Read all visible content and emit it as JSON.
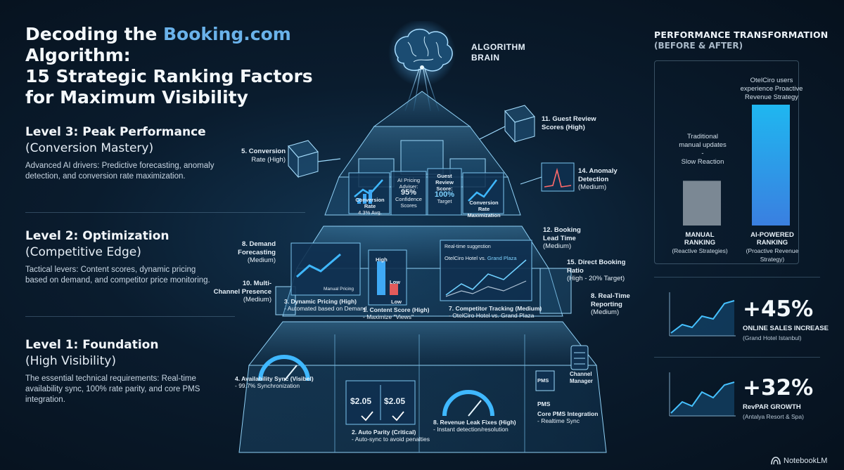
{
  "title": {
    "line1_pre": "Decoding the ",
    "line1_accent": "Booking.com",
    "line1_post": " Algorithm:",
    "line2": "15 Strategic Ranking Factors",
    "line3": "for Maximum Visibility"
  },
  "levels": [
    {
      "heading": "Level 3: Peak Performance",
      "subheading": "(Conversion Mastery)",
      "description": "Advanced AI drivers: Predictive forecasting, anomaly detection, and conversion rate maximization."
    },
    {
      "heading": "Level 2: Optimization",
      "subheading": "(Competitive Edge)",
      "description": "Tactical levers: Content scores, dynamic pricing based on demand, and competitor price monitoring."
    },
    {
      "heading": "Level 1: Foundation",
      "subheading": "(High Visibility)",
      "description": "The essential technical requirements: Real-time availability sync, 100% rate parity, and core PMS integration."
    }
  ],
  "diagram": {
    "brain_label_1": "ALGORITHM",
    "brain_label_2": "BRAIN",
    "factors": {
      "f11": {
        "title": "11. Guest Review",
        "sub": "Scores (High)"
      },
      "f5": {
        "title": "5. Conversion",
        "sub": "Rate (High)"
      },
      "f14": {
        "title": "14. Anomaly",
        "title2": "Detection",
        "sub": "(Medium)"
      },
      "f12": {
        "title": "12. Booking",
        "title2": "Lead Time",
        "sub": "(Medium)"
      },
      "f8a": {
        "title": "8. Demand",
        "title2": "Forecasting",
        "sub": "(Medium)"
      },
      "f15": {
        "title": "15. Direct Booking",
        "title2": "Ratio",
        "sub": "(High - 20% Target)"
      },
      "f10": {
        "title": "10. Multi-",
        "title2": "Channel Presence",
        "sub": "(Medium)"
      },
      "f8b": {
        "title": "8. Real-Time",
        "title2": "Reporting",
        "sub": "(Medium)"
      }
    },
    "screens": {
      "conv_rate": "Conversion Rate",
      "conv_rate_val": "4.3% Avg.",
      "ai_pricing": "AI Pricing",
      "ai_pricing_2": "Adviser:",
      "ai_pricing_val": "95%",
      "ai_pricing_sub": "Confidence",
      "ai_pricing_sub2": "Scores",
      "guest_review": "Guest",
      "guest_review_2": "Review",
      "guest_review_3": "Score:",
      "guest_review_val": "100%",
      "guest_review_sub": "Target",
      "conv_max": "Conversion Rate",
      "conv_max_2": "Maximization",
      "dyn_pricing": "3. Dynamic Pricing (High)",
      "dyn_pricing_sub": "- Automated based on Demand",
      "manual_pricing": "Manual Pricing",
      "content_score": "1. Content Score (High)",
      "content_score_sub": "- Maximize \"Views\"",
      "bar_high": "High",
      "bar_low": "Low",
      "bar_low2": "Low",
      "competitor": "7. Competitor Tracking (Medium)",
      "competitor_sub": "- OtelCiro Hotel vs. Grand Plaza",
      "rt_suggest": "Real-time suggestion",
      "otelciro": "OtelCiro Hotel",
      "vs": "vs.",
      "grand_plaza": "Grand Plaza",
      "avail_sync": "4. Availability Sync (Visibel)",
      "avail_sync_sub": "- 99.7% Synchronization",
      "auto_parity": "2. Auto Parity (Critical)",
      "auto_parity_sub": "- Auto-sync to avoid penalties",
      "price_a": "$2.05",
      "price_b": "$2.05",
      "rev_leak": "8. Revenue Leak Fixes (High)",
      "rev_leak_sub": "- Instant detection/resolution",
      "pms_tile": "PMS",
      "pms_label": "PMS",
      "channel_mgr": "Channel",
      "channel_mgr_2": "Manager",
      "core_pms": "Core PMS Integration",
      "core_pms_sub": "- Realtime Sync"
    }
  },
  "right_panel": {
    "title": "PERFORMANCE TRANSFORMATION",
    "subtitle": "(BEFORE & AFTER)",
    "chart_data": {
      "type": "bar",
      "categories": [
        "MANUAL RANKING",
        "AI-POWERED RANKING"
      ],
      "values": [
        0.37,
        1.0
      ],
      "category_subtitles": [
        "(Reactive Strategies)",
        "(Proactive Revenue Strategy)"
      ]
    },
    "manual_note_1": "Traditional",
    "manual_note_2": "manual updates",
    "manual_note_3": "-",
    "manual_note_4": "Slow Reaction",
    "ai_note_1": "OtelCiro users",
    "ai_note_2": "experience Proactive",
    "ai_note_3": "Revenue Strategy",
    "manual_cat_1": "MANUAL",
    "manual_cat_2": "RANKING",
    "manual_cat_sub": "(Reactive Strategies)",
    "ai_cat_1": "AI-POWERED",
    "ai_cat_2": "RANKING",
    "ai_cat_sub_1": "(Proactive Revenue",
    "ai_cat_sub_2": "Strategy)",
    "stats": [
      {
        "value": "+45%",
        "label": "ONLINE SALES INCREASE",
        "sub": "(Grand Hotel Istanbul)"
      },
      {
        "value": "+32%",
        "label": "RevPAR GROWTH",
        "sub": "(Antalya Resort & Spa)"
      }
    ],
    "colors": {
      "accent": "#3fa9f5",
      "ai_bar_top": "#1fb7f0",
      "ai_bar_bottom": "#3a7fe0",
      "manual_bar": "#7b8894"
    }
  },
  "footer": {
    "brand": "NotebookLM"
  }
}
